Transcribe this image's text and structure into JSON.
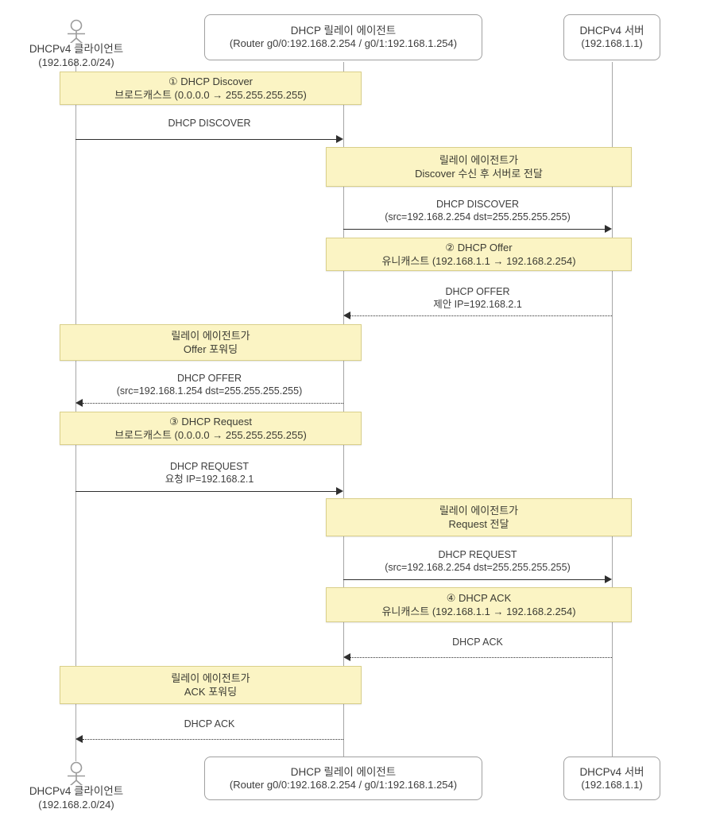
{
  "diagram": {
    "type": "uml-sequence",
    "title": "DHCPv4 relay agent message exchange"
  },
  "participants": [
    {
      "id": "client",
      "kind": "actor",
      "name": "DHCPv4 클라이언트",
      "detail": "(192.168.2.0/24)",
      "icon": "actor-stick-figure-icon"
    },
    {
      "id": "relay",
      "kind": "box",
      "name": "DHCP 릴레이 에이전트",
      "detail": "(Router g0/0:192.168.2.254 / g0/1:192.168.1.254)"
    },
    {
      "id": "server",
      "kind": "box",
      "name": "DHCPv4 서버",
      "detail": "(192.168.1.1)"
    }
  ],
  "notes": [
    {
      "id": "note-discover",
      "line1": "① DHCP Discover",
      "line2": "브로드캐스트 (0.0.0.0 → 255.255.255.255)",
      "span": "client-relay"
    },
    {
      "id": "note-relay-discover",
      "line1": "릴레이 에이전트가",
      "line2": "Discover 수신 후 서버로 전달",
      "span": "relay-server"
    },
    {
      "id": "note-offer",
      "line1": "② DHCP Offer",
      "line2": "유니캐스트 (192.168.1.1 → 192.168.2.254)",
      "span": "relay-server"
    },
    {
      "id": "note-relay-offer",
      "line1": "릴레이 에이전트가",
      "line2": "Offer 포워딩",
      "span": "client-relay"
    },
    {
      "id": "note-request",
      "line1": "③ DHCP Request",
      "line2": "브로드캐스트 (0.0.0.0 → 255.255.255.255)",
      "span": "client-relay"
    },
    {
      "id": "note-relay-request",
      "line1": "릴레이 에이전트가",
      "line2": "Request 전달",
      "span": "relay-server"
    },
    {
      "id": "note-ack",
      "line1": "④ DHCP ACK",
      "line2": "유니캐스트 (192.168.1.1 → 192.168.2.254)",
      "span": "relay-server"
    },
    {
      "id": "note-relay-ack",
      "line1": "릴레이 에이전트가",
      "line2": "ACK 포워딩",
      "span": "client-relay"
    }
  ],
  "messages": [
    {
      "id": "msg-1",
      "line1": "DHCP DISCOVER",
      "line2": "",
      "from": "client",
      "to": "relay",
      "direction": "right",
      "style": "solid"
    },
    {
      "id": "msg-2",
      "line1": "DHCP DISCOVER",
      "line2": "(src=192.168.2.254 dst=255.255.255.255)",
      "from": "relay",
      "to": "server",
      "direction": "right",
      "style": "solid"
    },
    {
      "id": "msg-3",
      "line1": "DHCP OFFER",
      "line2": "제안 IP=192.168.2.1",
      "from": "server",
      "to": "relay",
      "direction": "left",
      "style": "dotted"
    },
    {
      "id": "msg-4",
      "line1": "DHCP OFFER",
      "line2": "(src=192.168.1.254 dst=255.255.255.255)",
      "from": "relay",
      "to": "client",
      "direction": "left",
      "style": "dotted"
    },
    {
      "id": "msg-5",
      "line1": "DHCP REQUEST",
      "line2": "요청 IP=192.168.2.1",
      "from": "client",
      "to": "relay",
      "direction": "right",
      "style": "solid"
    },
    {
      "id": "msg-6",
      "line1": "DHCP REQUEST",
      "line2": "(src=192.168.2.254 dst=255.255.255.255)",
      "from": "relay",
      "to": "server",
      "direction": "right",
      "style": "solid"
    },
    {
      "id": "msg-7",
      "line1": "DHCP ACK",
      "line2": "",
      "from": "server",
      "to": "relay",
      "direction": "left",
      "style": "dotted"
    },
    {
      "id": "msg-8",
      "line1": "DHCP ACK",
      "line2": "",
      "from": "relay",
      "to": "client",
      "direction": "left",
      "style": "dotted"
    }
  ],
  "colors": {
    "note_fill": "#fbf4c4",
    "note_border": "#d9cf8a",
    "lifeline": "#a6a6a6",
    "box_border": "#a0a0a0",
    "arrow": "#2f2f2f",
    "text": "#3d3d3d"
  }
}
